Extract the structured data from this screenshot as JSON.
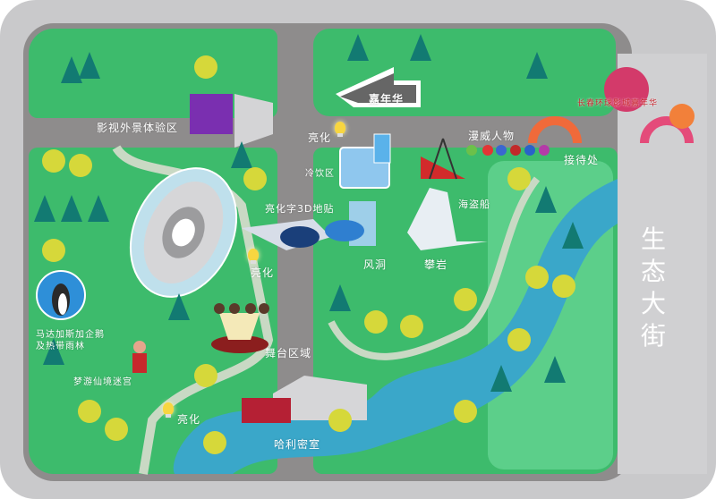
{
  "map": {
    "street_label": "生态大街",
    "entrance_sign": "长春环球影城嘉年华",
    "arrow_sign": "嘉年华",
    "labels": {
      "film_zone": "影视外景体验区",
      "lighting_1": "亮化",
      "lighting_2": "亮化",
      "lighting_3": "亮化",
      "cold_drinks": "冷饮区",
      "floor_3d": "亮化字3D地贴",
      "wind_tunnel": "风洞",
      "climbing": "攀岩",
      "pirate_ship": "海盗船",
      "marvel": "漫威人物",
      "reception": "接待处",
      "penguin_line1": "马达加斯加企鹅",
      "penguin_line2": "及热带雨林",
      "wonderland_maze": "梦游仙境迷宫",
      "stage": "舞台区域",
      "harry_room": "哈利密室"
    },
    "colors": {
      "grass": "#3dbb6c",
      "grass_light": "#5ccf8a",
      "road": "#8e8a86",
      "water": "#3aa7c9",
      "tree_dark": "#127a72",
      "tree_yellow": "#d6d83a",
      "street": "#d0d0d2"
    }
  }
}
